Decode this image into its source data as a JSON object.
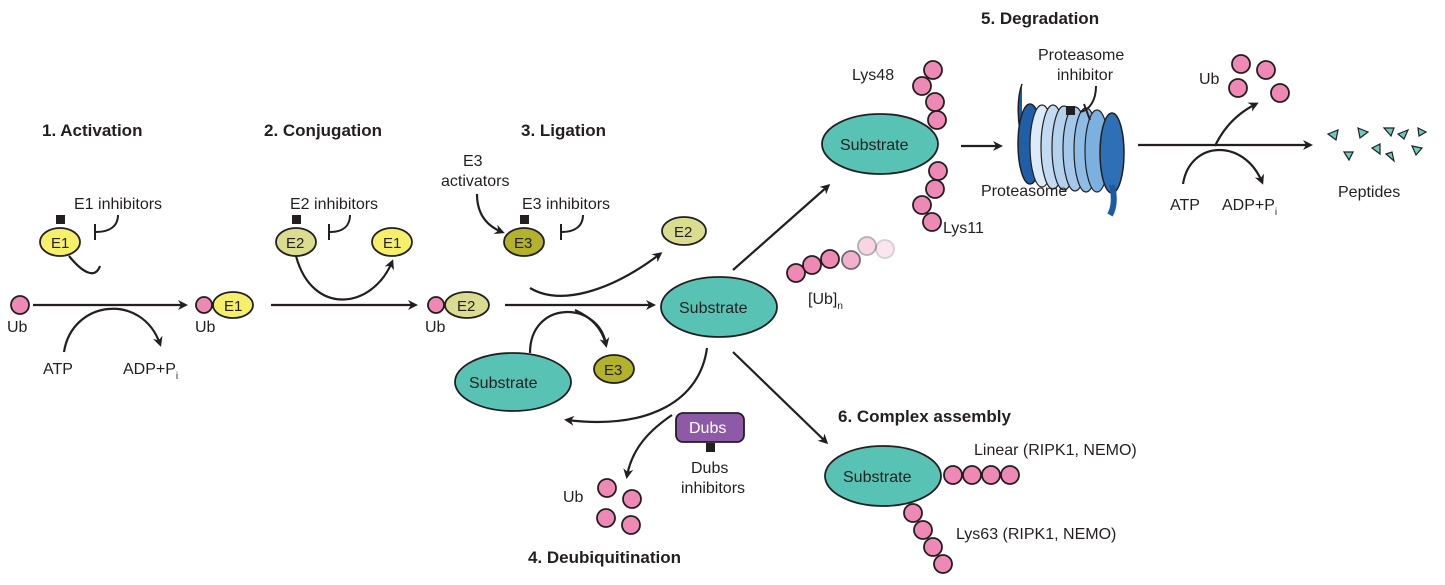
{
  "colors": {
    "ubiquitin": "#ee88b4",
    "e1": "#f5ef6a",
    "e2": "#dadc90",
    "e3": "#b3b22d",
    "substrate": "#58c3b4",
    "dubs": "#8e5aa8",
    "proteasome": "#2e6fb5"
  },
  "steps": {
    "activation": "1. Activation",
    "conjugation": "2. Conjugation",
    "ligation": "3. Ligation",
    "deubiquitination": "4. Deubiquitination",
    "degradation": "5. Degradation",
    "complex_assembly": "6. Complex assembly"
  },
  "labels": {
    "ub": "Ub",
    "e1": "E1",
    "e2": "E2",
    "e3": "E3",
    "atp": "ATP",
    "adp": "ADP+P",
    "adp_sub": "i",
    "e1_inhibitors": "E1 inhibitors",
    "e2_inhibitors": "E2 inhibitors",
    "e3_inhibitors": "E3 inhibitors",
    "e3_activators_1": "E3",
    "e3_activators_2": "activators",
    "substrate": "Substrate",
    "ub_n": "[Ub]",
    "ub_n_sub": "n",
    "dubs": "Dubs",
    "dubs_inhibitors_1": "Dubs",
    "dubs_inhibitors_2": "inhibitors",
    "lys48": "Lys48",
    "lys11": "Lys11",
    "proteasome_inhibitor_1": "Proteasome",
    "proteasome_inhibitor_2": "inhibitor",
    "proteasome": "Proteasome",
    "peptides": "Peptides",
    "linear": "Linear (RIPK1, NEMO)",
    "lys63": "Lys63 (RIPK1, NEMO)"
  }
}
